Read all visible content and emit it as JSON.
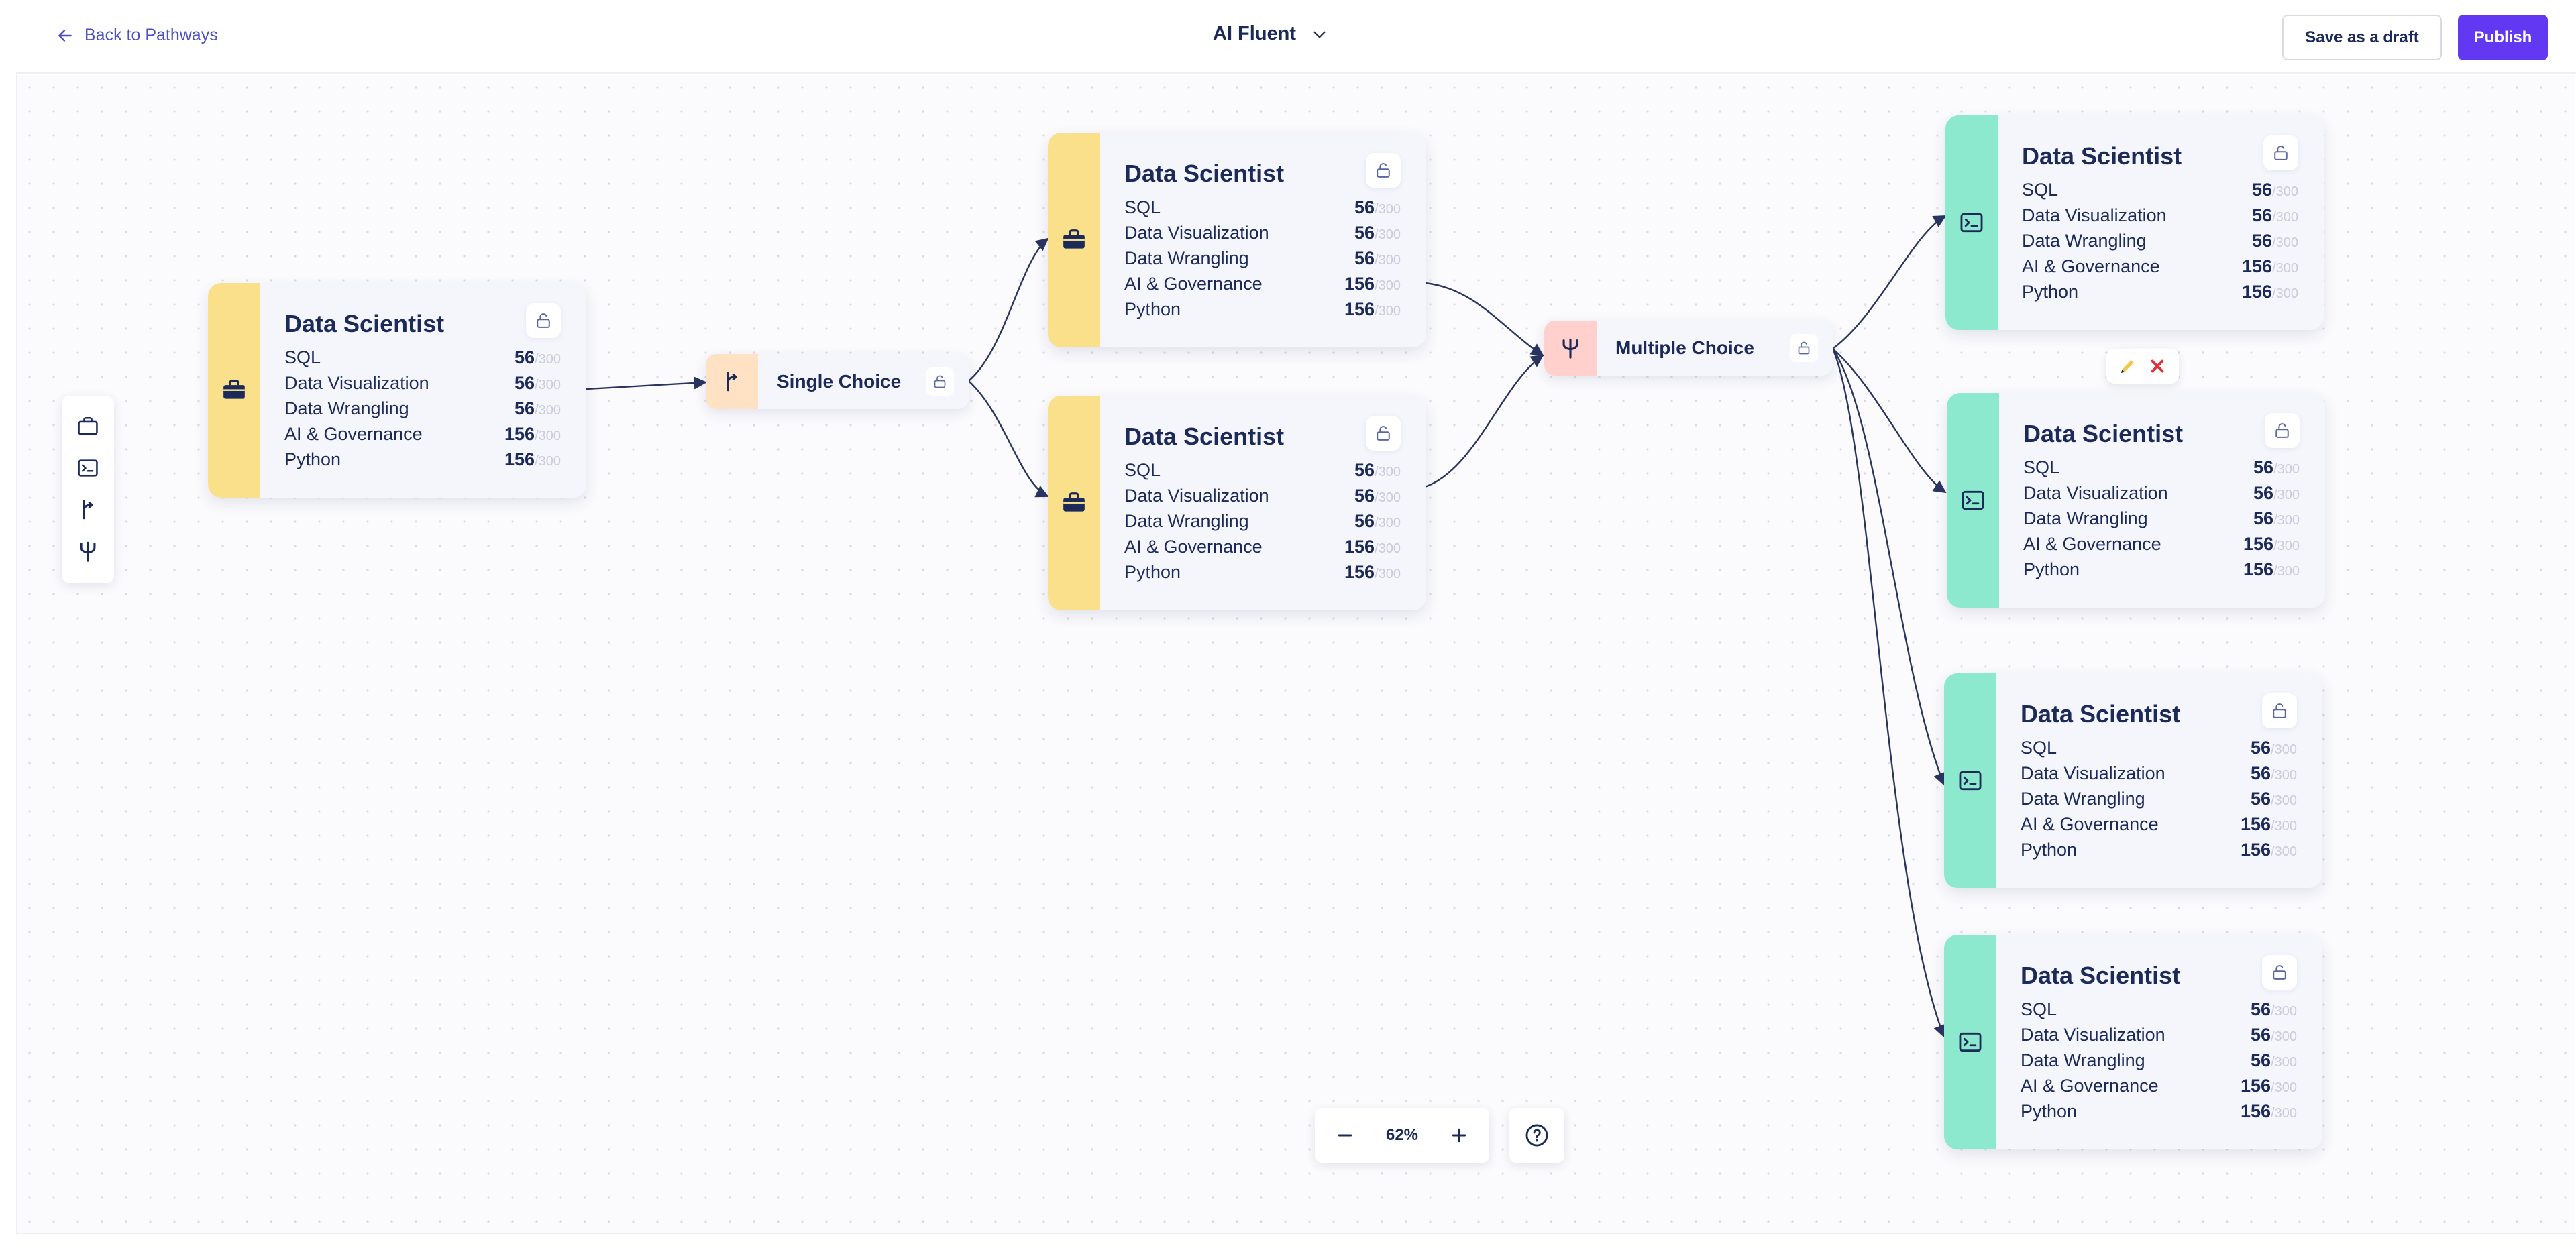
{
  "header": {
    "back_label": "Back to Pathways",
    "title": "AI Fluent",
    "draft_label": "Save as a draft",
    "publish_label": "Publish"
  },
  "colors": {
    "accent": "#6338f2",
    "role_stripe": "#fbe08b",
    "task_stripe": "#8de9cd",
    "single_choice_icon_bg": "#ffe2c4",
    "multiple_choice_icon_bg": "#ffd0cc",
    "navy": "#1c2a5a"
  },
  "toolbox": {
    "items": [
      "briefcase-icon",
      "terminal-icon",
      "branch-icon",
      "fork-icon"
    ]
  },
  "choices": {
    "single": {
      "label": "Single Choice",
      "icon": "branch-icon"
    },
    "multiple": {
      "label": "Multiple Choice",
      "icon": "fork-icon"
    }
  },
  "cards": [
    {
      "title": "Data Scientist",
      "icon": "briefcase-icon",
      "skills": [
        {
          "name": "SQL",
          "value": "56",
          "max": "/300"
        },
        {
          "name": "Data Visualization",
          "value": "56",
          "max": "/300"
        },
        {
          "name": "Data Wrangling",
          "value": "56",
          "max": "/300"
        },
        {
          "name": "AI & Governance",
          "value": "156",
          "max": "/300"
        },
        {
          "name": "Python",
          "value": "156",
          "max": "/300"
        }
      ]
    },
    {
      "title": "Data Scientist",
      "icon": "briefcase-icon",
      "skills": [
        {
          "name": "SQL",
          "value": "56",
          "max": "/300"
        },
        {
          "name": "Data Visualization",
          "value": "56",
          "max": "/300"
        },
        {
          "name": "Data Wrangling",
          "value": "56",
          "max": "/300"
        },
        {
          "name": "AI & Governance",
          "value": "156",
          "max": "/300"
        },
        {
          "name": "Python",
          "value": "156",
          "max": "/300"
        }
      ]
    },
    {
      "title": "Data Scientist",
      "icon": "briefcase-icon",
      "skills": [
        {
          "name": "SQL",
          "value": "56",
          "max": "/300"
        },
        {
          "name": "Data Visualization",
          "value": "56",
          "max": "/300"
        },
        {
          "name": "Data Wrangling",
          "value": "56",
          "max": "/300"
        },
        {
          "name": "AI & Governance",
          "value": "156",
          "max": "/300"
        },
        {
          "name": "Python",
          "value": "156",
          "max": "/300"
        }
      ]
    },
    {
      "title": "Data Scientist",
      "icon": "terminal-icon",
      "skills": [
        {
          "name": "SQL",
          "value": "56",
          "max": "/300"
        },
        {
          "name": "Data Visualization",
          "value": "56",
          "max": "/300"
        },
        {
          "name": "Data Wrangling",
          "value": "56",
          "max": "/300"
        },
        {
          "name": "AI & Governance",
          "value": "156",
          "max": "/300"
        },
        {
          "name": "Python",
          "value": "156",
          "max": "/300"
        }
      ]
    },
    {
      "title": "Data Scientist",
      "icon": "terminal-icon",
      "skills": [
        {
          "name": "SQL",
          "value": "56",
          "max": "/300"
        },
        {
          "name": "Data Visualization",
          "value": "56",
          "max": "/300"
        },
        {
          "name": "Data Wrangling",
          "value": "56",
          "max": "/300"
        },
        {
          "name": "AI & Governance",
          "value": "156",
          "max": "/300"
        },
        {
          "name": "Python",
          "value": "156",
          "max": "/300"
        }
      ]
    },
    {
      "title": "Data Scientist",
      "icon": "terminal-icon",
      "skills": [
        {
          "name": "SQL",
          "value": "56",
          "max": "/300"
        },
        {
          "name": "Data Visualization",
          "value": "56",
          "max": "/300"
        },
        {
          "name": "Data Wrangling",
          "value": "56",
          "max": "/300"
        },
        {
          "name": "AI & Governance",
          "value": "156",
          "max": "/300"
        },
        {
          "name": "Python",
          "value": "156",
          "max": "/300"
        }
      ]
    },
    {
      "title": "Data Scientist",
      "icon": "terminal-icon",
      "skills": [
        {
          "name": "SQL",
          "value": "56",
          "max": "/300"
        },
        {
          "name": "Data Visualization",
          "value": "56",
          "max": "/300"
        },
        {
          "name": "Data Wrangling",
          "value": "56",
          "max": "/300"
        },
        {
          "name": "AI & Governance",
          "value": "156",
          "max": "/300"
        },
        {
          "name": "Python",
          "value": "156",
          "max": "/300"
        }
      ]
    }
  ],
  "edit_tools": {
    "items": [
      "pencil-icon",
      "close-icon"
    ]
  },
  "zoom": {
    "value": "62%"
  }
}
